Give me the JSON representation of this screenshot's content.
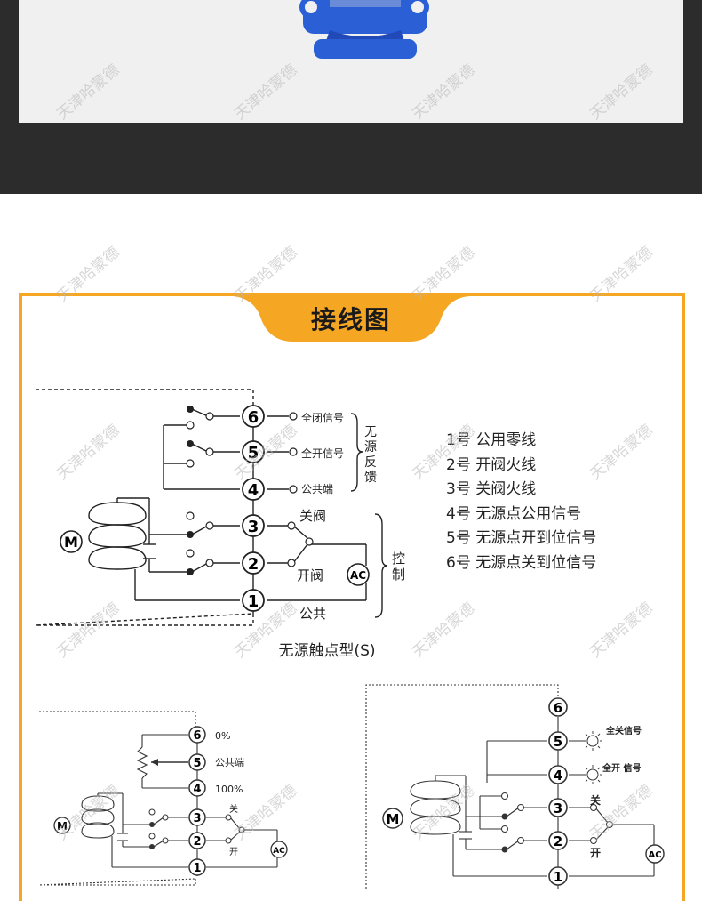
{
  "header": {
    "title": "接线图"
  },
  "legend": [
    "1号  公用零线",
    "2号  开阀火线",
    "3号  关阀火线",
    "4号  无源点公用信号",
    "5号  无源点开到位信号",
    "6号  无源点关到位信号"
  ],
  "diagram_main": {
    "caption": "无源触点型(S)",
    "label_close_signal": "全闭信号",
    "label_open_signal": "全开信号",
    "label_common_end": "公共端",
    "label_close": "关阀",
    "label_open": "开阀",
    "label_common": "公共",
    "label_feedback": [
      "无",
      "源",
      "反",
      "馈"
    ],
    "label_control": [
      "控",
      "制"
    ],
    "motor": "M",
    "ac": "AC",
    "terminals": [
      "6",
      "5",
      "4",
      "3",
      "2",
      "1"
    ]
  },
  "diagram_pot": {
    "label_0": "0%",
    "label_common": "公共端",
    "label_100": "100%",
    "label_close": "关",
    "label_open": "开",
    "motor": "M",
    "ac": "AC",
    "terminals": [
      "6",
      "5",
      "4",
      "3",
      "2",
      "1"
    ]
  },
  "diagram_lamp": {
    "label_close_signal": "全关信号",
    "label_open_signal": "全开 信号",
    "label_close": "关",
    "label_open": "开",
    "motor": "M",
    "ac": "AC",
    "terminals": [
      "6",
      "5",
      "4",
      "3",
      "2",
      "1"
    ]
  },
  "watermark": "天津哈蒙德",
  "colors": {
    "frame": "#f5a623",
    "title_bg": "#f5a623",
    "valve_blue": "#2b5fd6",
    "dark_band": "#2c2c2c"
  }
}
